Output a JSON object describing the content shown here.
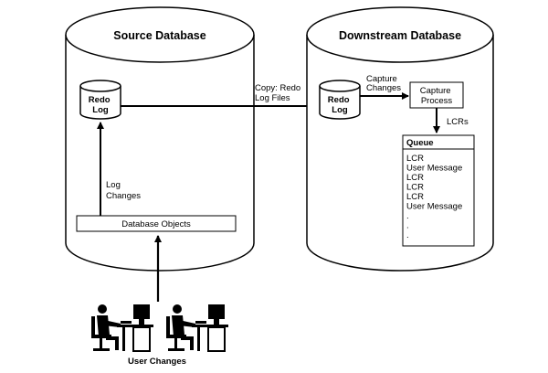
{
  "source_db": {
    "title": "Source Database",
    "redo_log": [
      "Redo",
      "Log"
    ],
    "log_changes": [
      "Log",
      "Changes"
    ],
    "database_objects": "Database Objects"
  },
  "copy_label": [
    "Copy: Redo",
    "Log Files"
  ],
  "downstream_db": {
    "title": "Downstream Database",
    "redo_log": [
      "Redo",
      "Log"
    ],
    "capture_changes": [
      "Capture",
      "Changes"
    ],
    "capture_process": [
      "Capture",
      "Process"
    ],
    "lcrs": "LCRs",
    "queue": {
      "title": "Queue",
      "items": [
        "LCR",
        "User Message",
        "LCR",
        "LCR",
        "LCR",
        "User Message",
        ".",
        ".",
        "."
      ]
    }
  },
  "user_changes": "User Changes",
  "icons": [
    "database-cylinder-icon",
    "redo-log-cylinder-icon",
    "user-at-computer-icon"
  ],
  "colors": {
    "stroke": "#000000",
    "background": "#ffffff"
  }
}
